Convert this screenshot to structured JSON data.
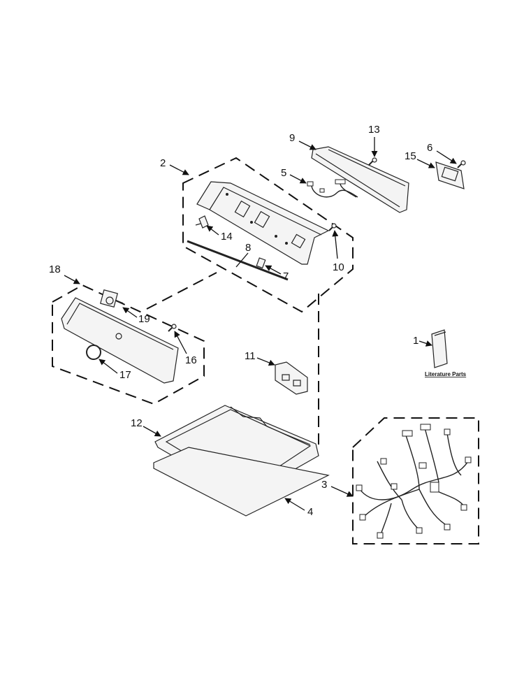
{
  "callouts": {
    "c1": "1",
    "c2": "2",
    "c3": "3",
    "c4": "4",
    "c5": "5",
    "c6": "6",
    "c7": "7",
    "c8": "8",
    "c9": "9",
    "c10": "10",
    "c11": "11",
    "c12": "12",
    "c13": "13",
    "c14": "14",
    "c15": "15",
    "c16": "16",
    "c17": "17",
    "c18": "18",
    "c19": "19"
  },
  "literature_label": "Literature Parts"
}
